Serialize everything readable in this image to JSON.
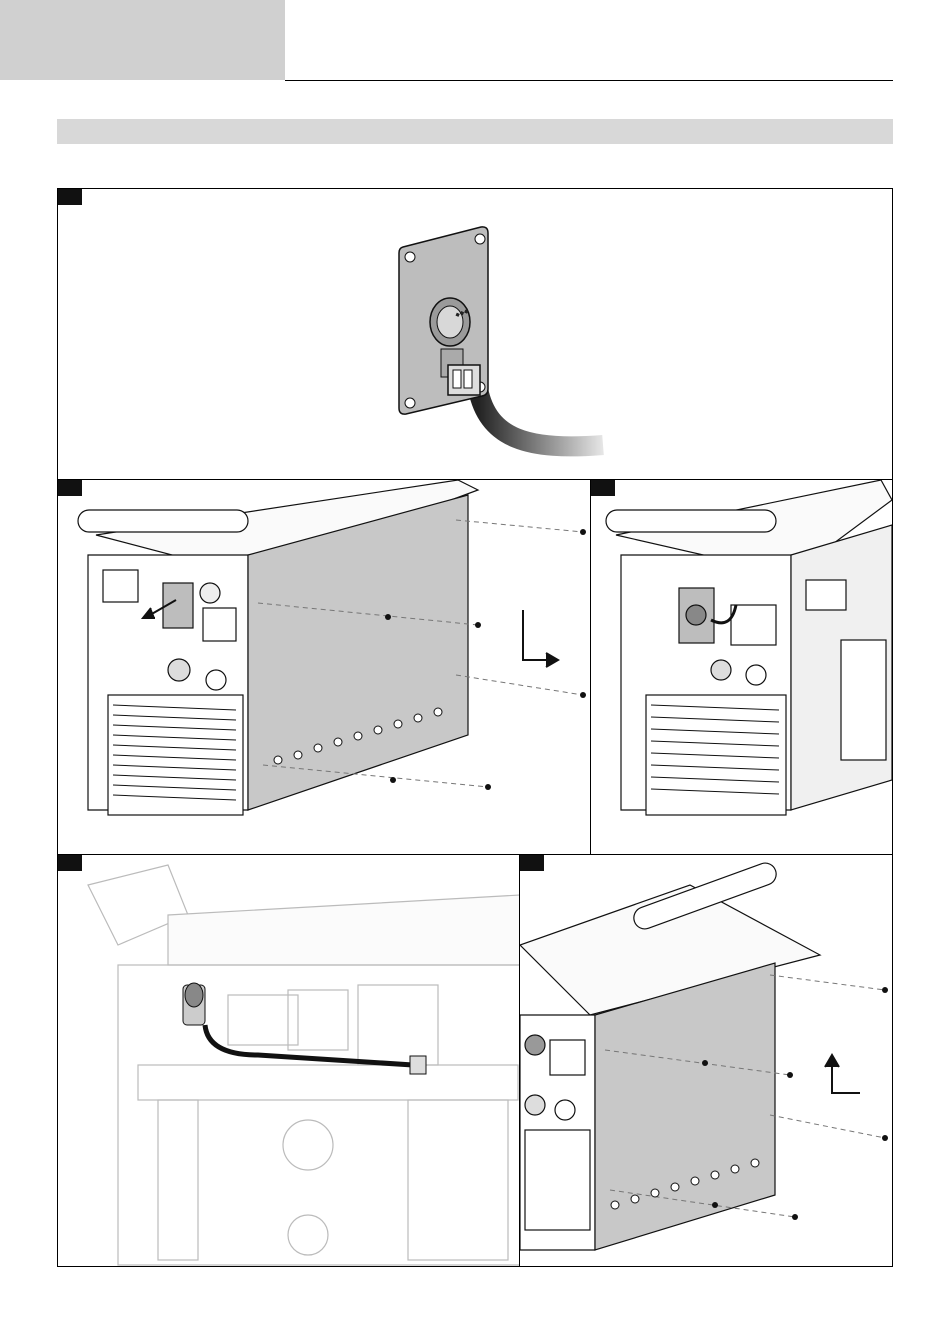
{
  "page": {
    "header_title": "",
    "section_title": ""
  },
  "figure": {
    "steps": [
      {
        "id": 1,
        "label": "",
        "content": "plate-with-connector-and-cable"
      },
      {
        "id": 2,
        "label": "",
        "content": "remove-side-cover-screws"
      },
      {
        "id": 3,
        "label": "",
        "content": "cover-removed-plate-installed"
      },
      {
        "id": 4,
        "label": "",
        "content": "route-cable-to-board"
      },
      {
        "id": 5,
        "label": "",
        "content": "refit-side-cover-screws"
      }
    ]
  },
  "colors": {
    "frame": "#000000",
    "header_block": "#d0d0d0",
    "section_bar": "#d8d8d8",
    "cover_fill": "#c8c8c8",
    "plate_fill": "#bdbdbd",
    "cable": "#222222",
    "step_tab": "#111111"
  }
}
